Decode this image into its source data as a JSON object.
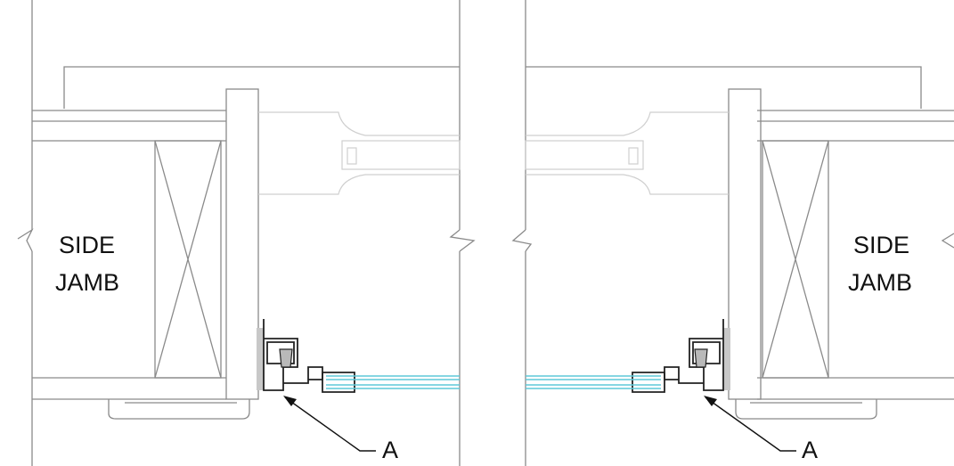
{
  "left_detail": {
    "jamb_label_line1": "SIDE",
    "jamb_label_line2": "JAMB",
    "callout": "A"
  },
  "right_detail": {
    "jamb_label_line1": "SIDE",
    "jamb_label_line2": "JAMB",
    "callout": "A"
  },
  "colors": {
    "linework": "#8a8a8a",
    "faint_linework": "#cfcfcf",
    "frame_profile": "#222222",
    "glazing": "#5fc8d8",
    "seal_fill": "#c8c8c8"
  }
}
